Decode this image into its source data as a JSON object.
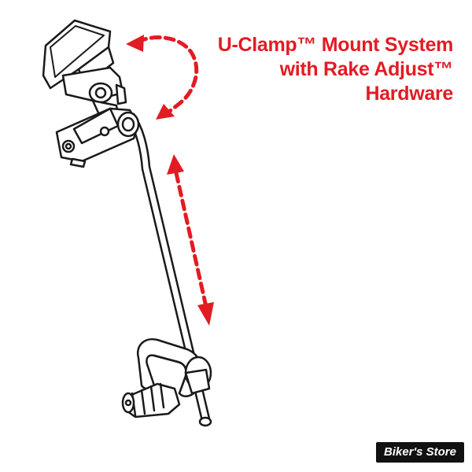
{
  "caption": {
    "line1": "U-Clamp™ Mount System",
    "line2": "with Rake Adjust™",
    "line3": "Hardware"
  },
  "watermark": {
    "text": "Biker's Store"
  },
  "colors": {
    "accent": "#e31b23",
    "outline": "#1a1a1a",
    "fill": "#ffffff",
    "watermark_bg": "#111111"
  },
  "icons": {
    "rotate_arrow": "curved-rotation-arrow-icon",
    "slide_arrow": "double-headed-arrow-icon"
  }
}
